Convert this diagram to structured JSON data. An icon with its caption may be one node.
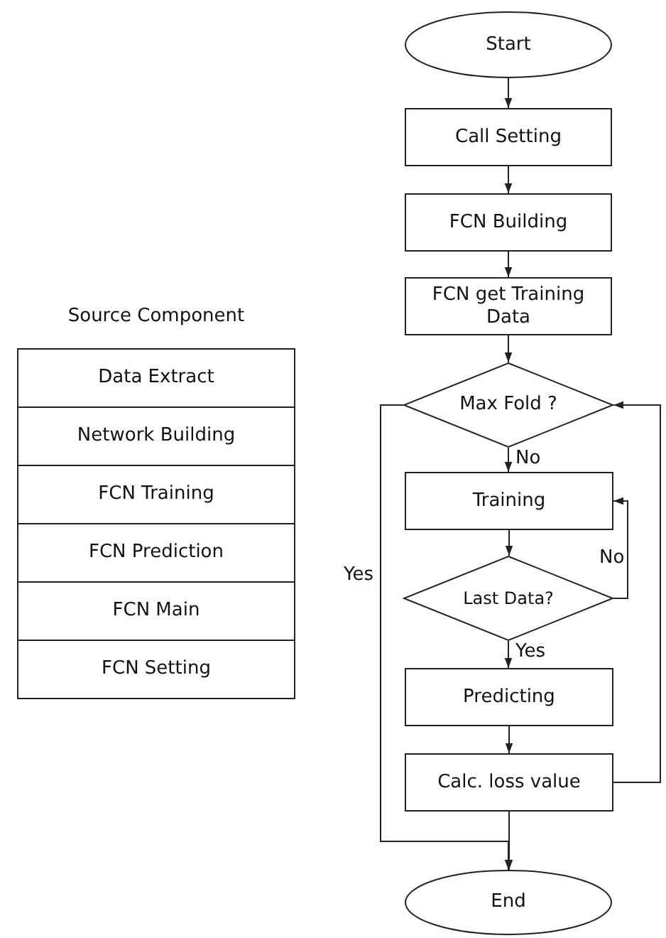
{
  "diagram": {
    "nodes": [
      {
        "text": [
          "Start"
        ]
      },
      {
        "text": [
          "Call Setting"
        ]
      },
      {
        "text": [
          "FCN Building"
        ]
      },
      {
        "text": [
          "FCN get Training Data"
        ]
      },
      {
        "text": [
          "Max Fold ?"
        ]
      },
      {
        "text": [
          "Training"
        ]
      },
      {
        "text": [
          "Last Data?"
        ]
      },
      {
        "text": [
          "Predicting"
        ]
      },
      {
        "text": [
          "Calc. loss value"
        ]
      },
      {
        "text": [
          "End"
        ]
      },
      {
        "text": [
          "Source Component"
        ]
      },
      {
        "text": [
          "Data Extract"
        ],
        "in": 10
      },
      {
        "text": [
          "Network Building"
        ],
        "in": 10
      },
      {
        "text": [
          "FCN Training"
        ],
        "in": 10
      },
      {
        "text": [
          "FCN Prediction"
        ],
        "in": 10
      },
      {
        "text": [
          "FCN Main"
        ],
        "in": 10
      },
      {
        "text": [
          "FCN Setting"
        ],
        "in": 10
      }
    ],
    "edges": [
      {
        "from": 0,
        "to": 1,
        "arrow": "to"
      },
      {
        "from": 1,
        "to": 2,
        "arrow": "to"
      },
      {
        "from": 2,
        "to": 3,
        "arrow": "to"
      },
      {
        "from": 3,
        "to": 4,
        "arrow": "to"
      },
      {
        "from": 4,
        "to": 5,
        "arrow": "to",
        "label": "No"
      },
      {
        "from": 5,
        "to": 6,
        "arrow": "to"
      },
      {
        "from": 6,
        "to": 5,
        "arrow": "to",
        "label": "No"
      },
      {
        "from": 6,
        "to": 7,
        "arrow": "to",
        "label": "Yes"
      },
      {
        "from": 7,
        "to": 8,
        "arrow": "to"
      },
      {
        "from": 8,
        "to": 4,
        "arrow": "to"
      },
      {
        "from": 4,
        "to": 9,
        "arrow": "to",
        "label": "Yes"
      },
      {
        "from": 8,
        "to": 9,
        "arrow": "to"
      }
    ]
  }
}
